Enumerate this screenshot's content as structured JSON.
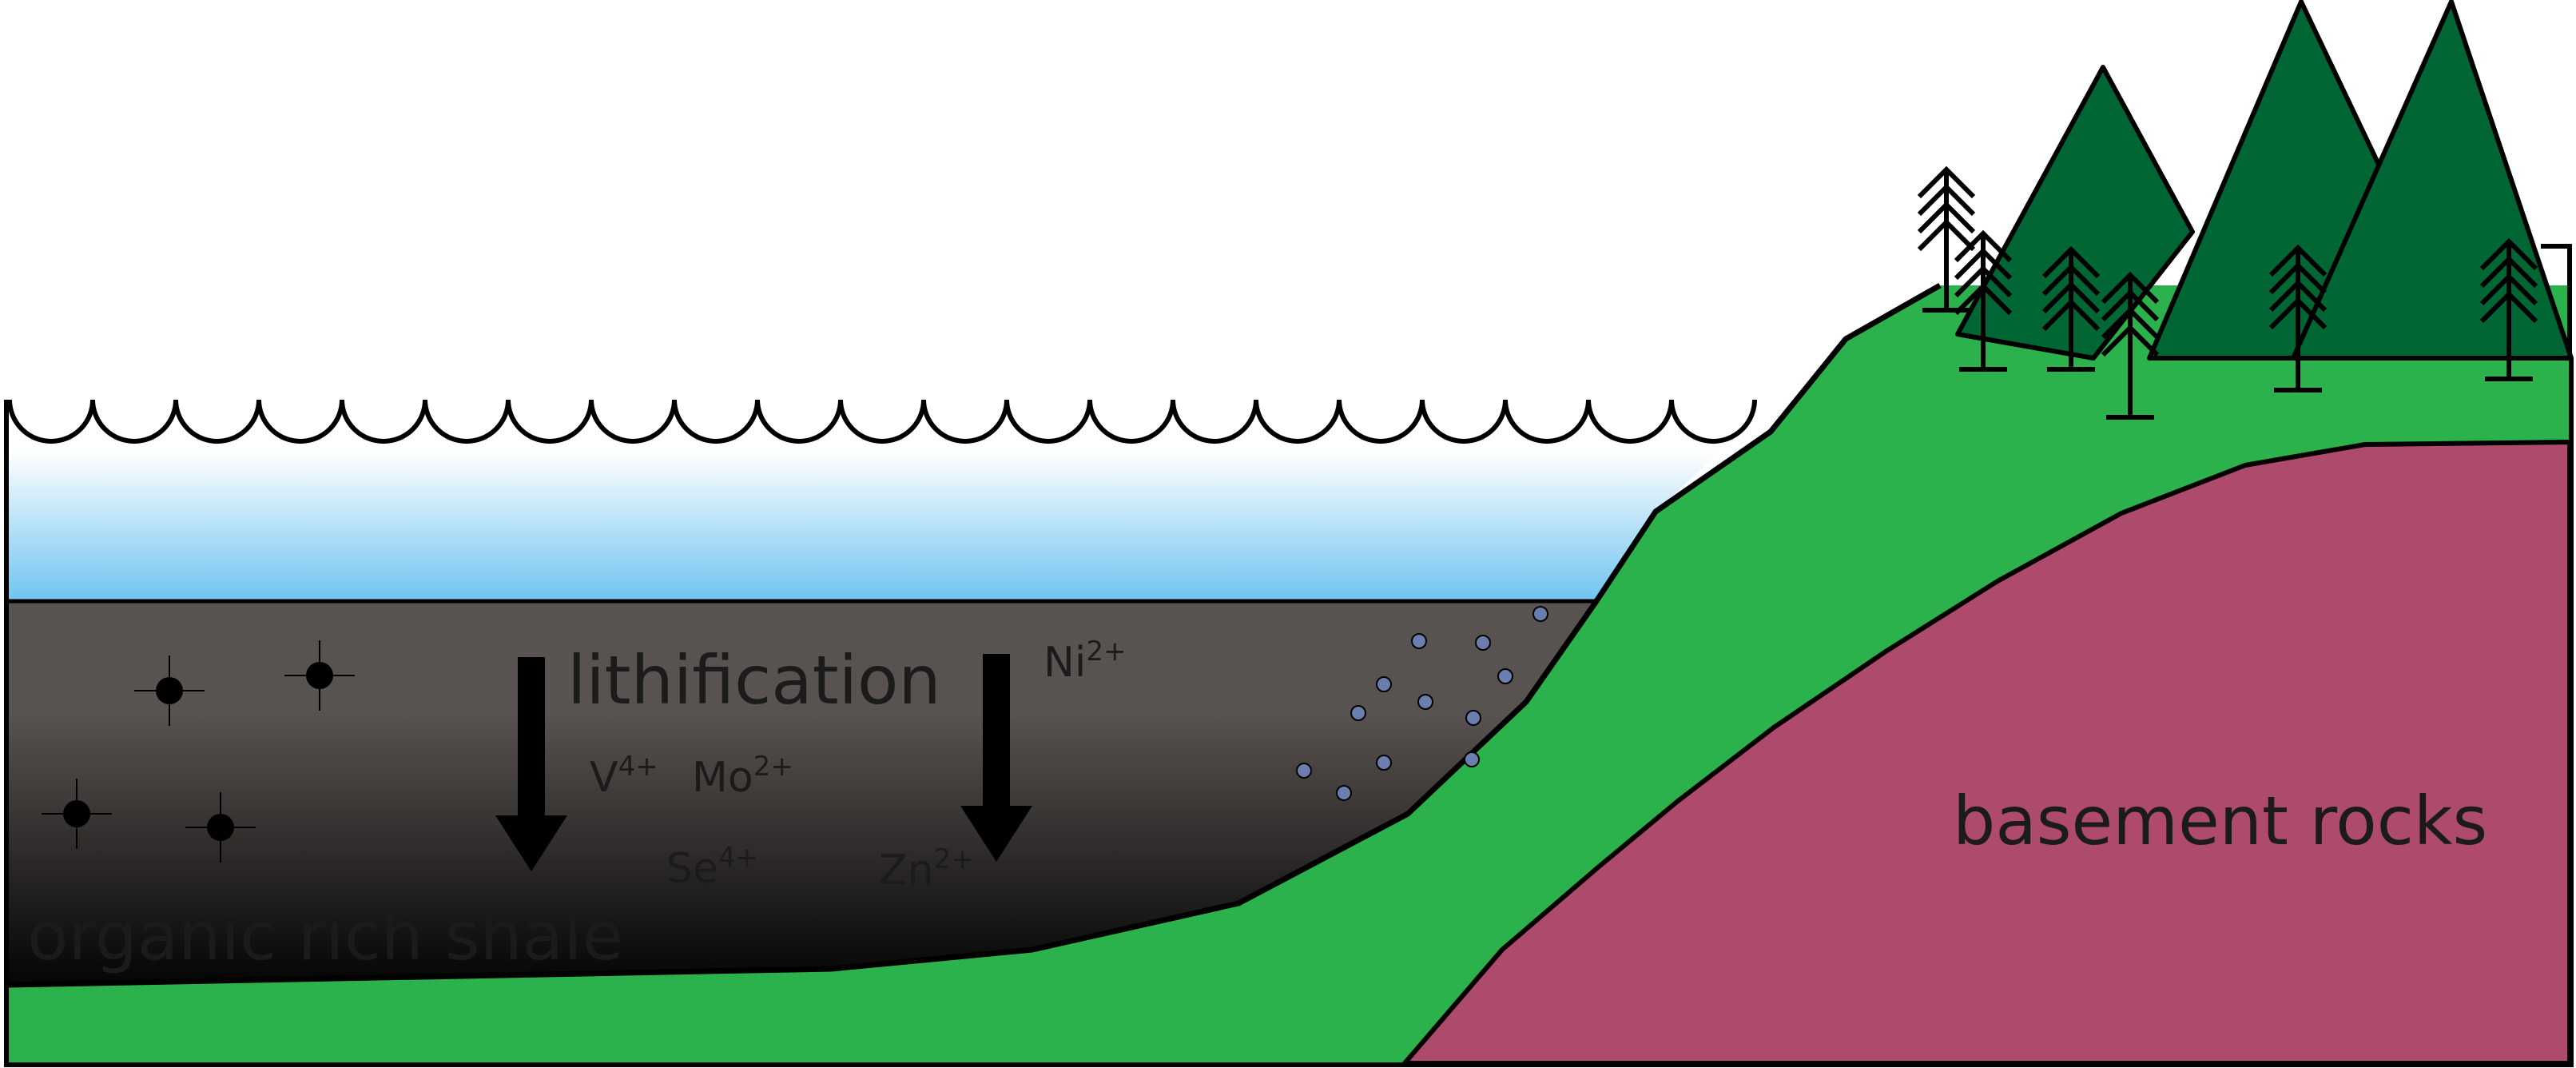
{
  "labels": {
    "lithification": "lithification",
    "organic_rich_shale": "organic rich shale",
    "basement_rocks": "basement rocks"
  },
  "ions": [
    {
      "id": "ni",
      "symbol": "Ni",
      "charge": "2+"
    },
    {
      "id": "v",
      "symbol": "V",
      "charge": "4+"
    },
    {
      "id": "mo",
      "symbol": "Mo",
      "charge": "2+"
    },
    {
      "id": "se",
      "symbol": "Se",
      "charge": "4+"
    },
    {
      "id": "zn",
      "symbol": "Zn",
      "charge": "2+"
    }
  ],
  "colors": {
    "water_top": "#ffffff",
    "water_bottom": "#6fc4f0",
    "shale_top": "#585250",
    "shale_bottom": "#050505",
    "slope_green": "#2bb24c",
    "basement": "#ae4a6b",
    "tree_dark": "#006633",
    "bubble": "#6a7fb0",
    "outline": "#000000"
  },
  "icons": [
    "wave-line",
    "down-arrow",
    "organic-particle-marker",
    "pine-tree",
    "sapling-symbol",
    "bubble"
  ]
}
